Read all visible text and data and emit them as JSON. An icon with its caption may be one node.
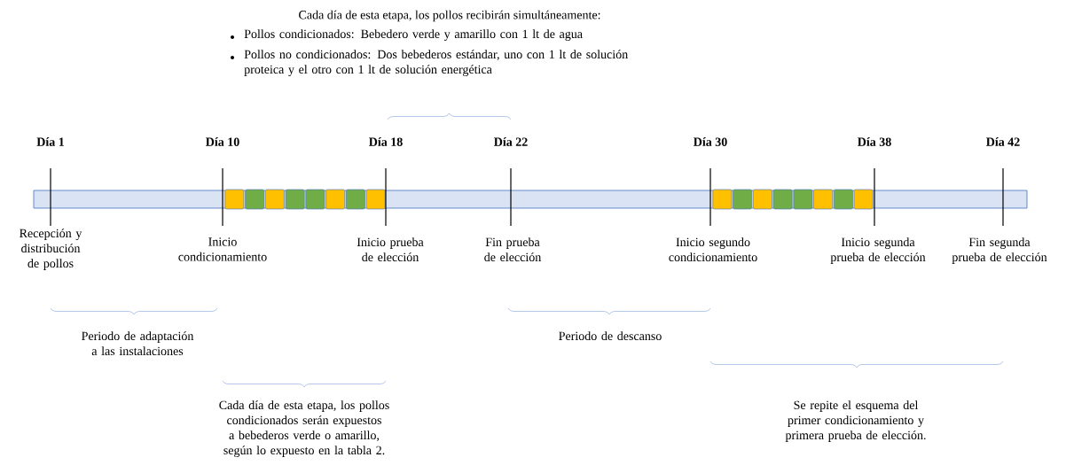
{
  "diagram": {
    "labels": [
      "Cada día de esta etapa, los pollos recibirán simultáneamente:",
      "Pollos condicionados: Bebedero verde y amarillo con 1 lt de agua",
      "Pollos no condicionados: Dos bebederos estándar, uno con 1 lt de solución proteica y el otro con 1 lt de solución energética",
      "Día 1",
      "Día 10",
      "Día 18",
      "Día 22",
      "Día 30",
      "Día 38",
      "Día 42",
      "Recepción y distribución de pollos",
      "Inicio condicionamiento",
      "Inicio prueba de elección",
      "Fin prueba de elección",
      "Inicio segundo condicionamiento",
      "Inicio segunda prueba de elección",
      "Fin segunda prueba de elección",
      "Periodo de adaptación a las instalaciones",
      "Periodo de descanso",
      "Cada día de esta etapa, los pollos condicionados serán expuestos a bebederos verde o amarillo, según lo expuesto en la tabla 2.",
      "Se repite el esquema del primer condicionamiento y primera prueba de elección."
    ]
  }
}
